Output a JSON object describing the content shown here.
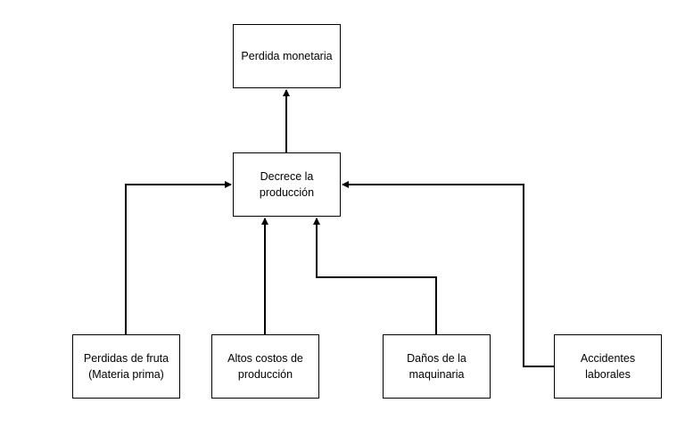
{
  "nodes": {
    "perdida_monetaria": "Perdida monetaria",
    "decrece_produccion": "Decrece la\nproducción",
    "perdidas_fruta": "Perdidas de fruta\n(Materia prima)",
    "altos_costos": "Altos costos de\nproducción",
    "danos_maquinaria": "Daños de la\nmaquinaria",
    "accidentes_laborales": "Accidentes\nlaborales"
  },
  "colors": {
    "line": "#000000",
    "box_border": "#000000",
    "background": "#ffffff"
  }
}
